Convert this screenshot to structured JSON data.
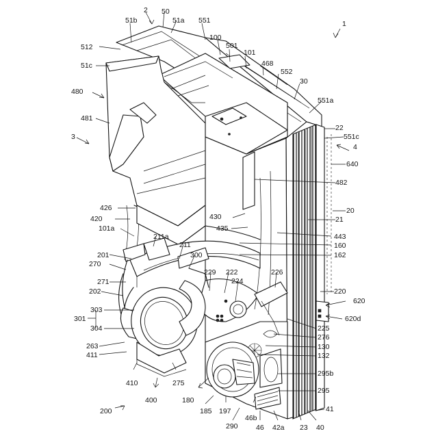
{
  "labels": {
    "l1": "1",
    "l2": "2",
    "l50": "50",
    "l51b": "51b",
    "l51a": "51a",
    "l551": "551",
    "l100": "100",
    "l501": "501",
    "l101": "101",
    "l468": "468",
    "l552": "552",
    "l30": "30",
    "l512": "512",
    "l51c": "51c",
    "l480": "480",
    "l481": "481",
    "l3": "3",
    "l551a": "551a",
    "l22": "22",
    "l551c": "551c",
    "l4": "4",
    "l640": "640",
    "l482": "482",
    "l20": "20",
    "l21": "21",
    "l426": "426",
    "l420": "420",
    "l430": "430",
    "l435": "435",
    "l101a": "101a",
    "l211a": "211a",
    "l443": "443",
    "l160": "160",
    "l162": "162",
    "l201": "201",
    "l211": "211",
    "l270": "270",
    "l300": "300",
    "l271": "271",
    "l229": "229",
    "l222": "222",
    "l224": "224",
    "l226": "226",
    "l202": "202",
    "l220": "220",
    "l620": "620",
    "l303": "303",
    "l301": "301",
    "l304": "304",
    "l620d": "620d",
    "l225": "225",
    "l276": "276",
    "l263": "263",
    "l130": "130",
    "l411": "411",
    "l132": "132",
    "l295b": "295b",
    "l410": "410",
    "l275": "275",
    "l400": "400",
    "l180": "180",
    "l295": "295",
    "l200": "200",
    "l185": "185",
    "l197": "197",
    "l46b": "46b",
    "l41": "41",
    "l290": "290",
    "l46": "46",
    "l42a": "42a",
    "l23": "23",
    "l40": "40"
  },
  "drawing": {
    "style": "patent line drawing",
    "colors": {
      "line": "#111111",
      "background": "#ffffff"
    }
  }
}
